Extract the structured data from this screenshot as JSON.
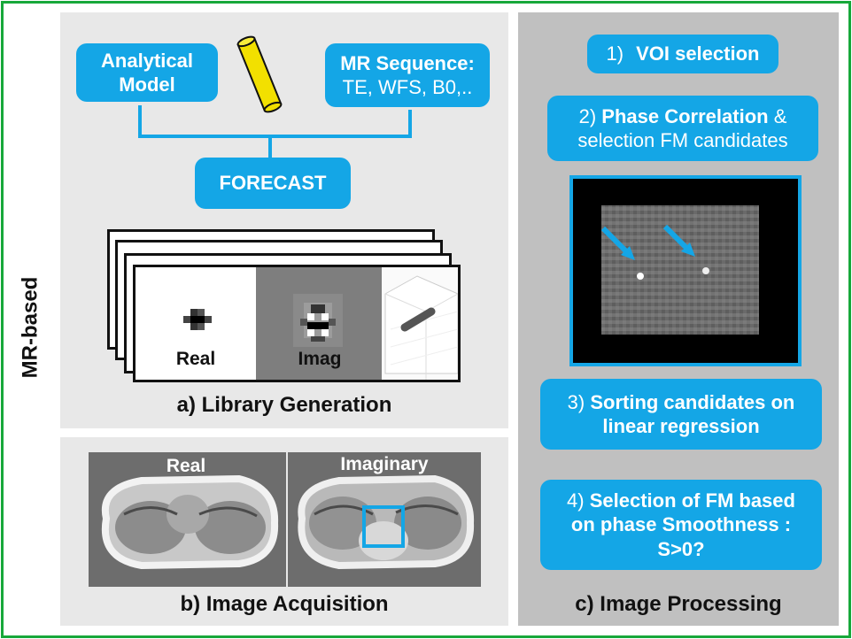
{
  "side_label": "MR-based",
  "panel_a": {
    "title": "a) Library Generation",
    "analytical_model": {
      "line1": "Analytical",
      "line2": "Model"
    },
    "mr_sequence": {
      "line1": "MR Sequence:",
      "line2": "TE, WFS, B0,.."
    },
    "forecast": "FORECAST",
    "real_label": "Real",
    "imag_label": "Imag"
  },
  "panel_b": {
    "title": "b) Image Acquisition",
    "real_label": "Real",
    "imag_label": "Imaginary"
  },
  "panel_c": {
    "title": "c) Image Processing",
    "step1": {
      "num": "1)",
      "text": "VOI selection"
    },
    "step2": {
      "num": "2)",
      "bold": "Phase Correlation",
      "rest": " &",
      "line2": "selection FM candidates"
    },
    "step3": {
      "num": "3)",
      "bold1": "Sorting candidates on",
      "line2": "linear regression"
    },
    "step4": {
      "num": "4)",
      "line1": "Selection of FM based",
      "line2": "on phase Smoothness :",
      "line3": "S>0?"
    }
  },
  "colors": {
    "accent_blue": "#14a6e6",
    "frame_green": "#17a83a",
    "panel_light": "#e8e8e8",
    "panel_dark": "#c0c0c0"
  }
}
